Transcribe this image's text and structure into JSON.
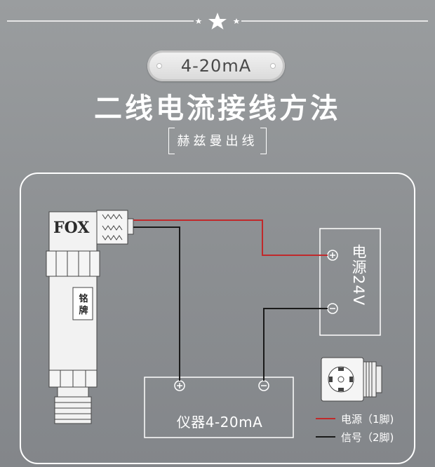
{
  "header": {
    "badge": "4-20mA",
    "title": "二线电流接线方法",
    "subtitle": "赫兹曼出线"
  },
  "diagram": {
    "sensor_brand": "FOX",
    "nameplate": "铭牌",
    "power_label": "电源24V",
    "instrument_label": "仪器4-20mA",
    "legend": [
      {
        "label": "电源（1脚)",
        "color": "#c0292b"
      },
      {
        "label": "信号（2脚)",
        "color": "#1a1a1a"
      }
    ]
  }
}
